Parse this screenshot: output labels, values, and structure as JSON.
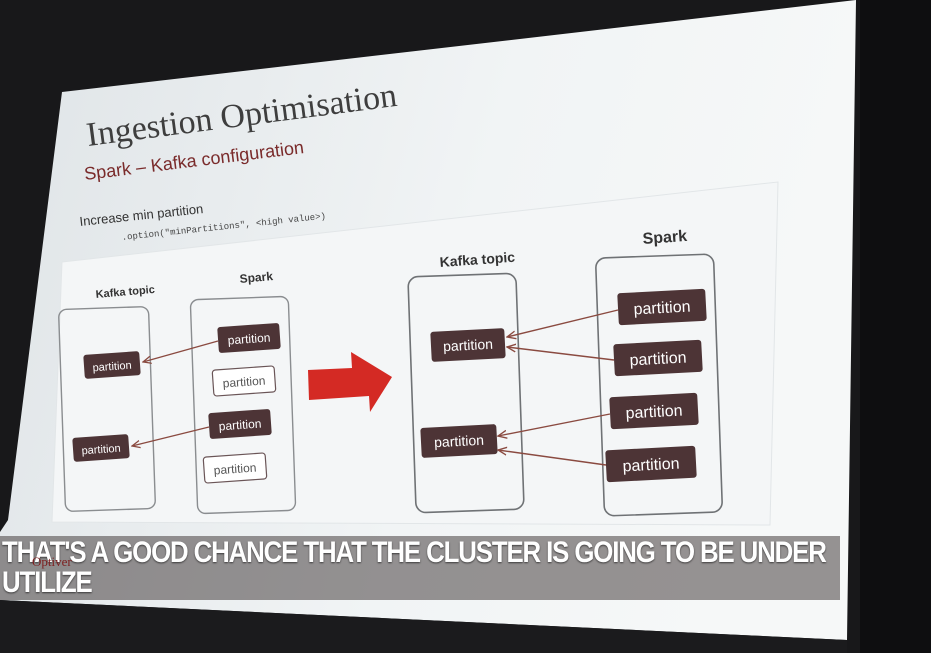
{
  "slide": {
    "title": "Ingestion Optimisation",
    "subtitle": "Spark – Kafka configuration",
    "note_label": "Increase min partition",
    "code": ".option(\"minPartitions\", <high value>)",
    "left_diagram": {
      "kafka_header": "Kafka topic",
      "spark_header": "Spark",
      "kafka_partitions": [
        "partition",
        "partition"
      ],
      "spark_partitions": [
        {
          "label": "partition",
          "state": "active"
        },
        {
          "label": "partition",
          "state": "idle"
        },
        {
          "label": "partition",
          "state": "active"
        },
        {
          "label": "partition",
          "state": "idle"
        }
      ]
    },
    "right_diagram": {
      "kafka_header": "Kafka topic",
      "spark_header": "Spark",
      "kafka_partitions": [
        "partition",
        "partition"
      ],
      "spark_partitions": [
        "partition",
        "partition",
        "partition",
        "partition"
      ]
    },
    "logo": "Optiver"
  },
  "caption": {
    "line1": "THAT'S A GOOD CHANCE THAT THE CLUSTER IS GOING TO BE UNDER",
    "line2": "UTILIZE"
  },
  "colors": {
    "partition_fill": "#4d3436",
    "arrow_line": "#8a4a40",
    "big_arrow": "#d42a24",
    "slide_bg": "#eef1f3"
  }
}
